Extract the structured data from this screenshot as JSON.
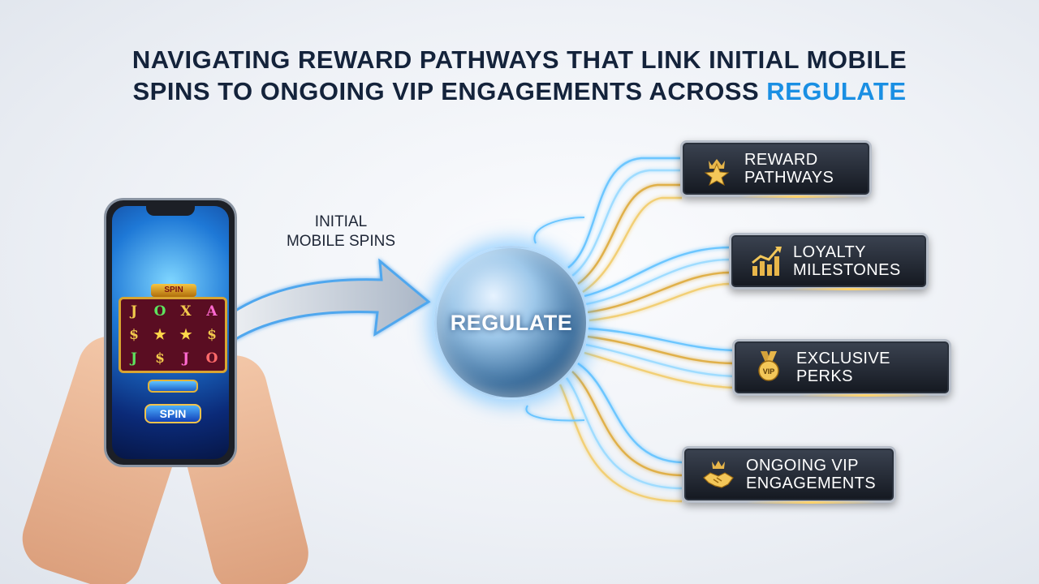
{
  "title": {
    "line1": "NAVIGATING REWARD PATHWAYS THAT LINK INITIAL MOBILE",
    "line2_prefix": "SPINS TO ONGOING VIP ENGAGEMENTS ACROSS",
    "line2_highlight": "REGULATE"
  },
  "arrow_label": {
    "line1": "INITIAL",
    "line2": "MOBILE SPINS"
  },
  "hub": {
    "label": "REGULATE"
  },
  "phone": {
    "slot_header": "SPIN",
    "reel_symbols": [
      "J",
      "O",
      "X",
      "A",
      "$",
      "★",
      "★",
      "$",
      "J",
      "$",
      "J",
      "O"
    ],
    "spin_button": "SPIN"
  },
  "cards": [
    {
      "line1": "REWARD",
      "line2": "PATHWAYS",
      "icon": "star-crown-icon"
    },
    {
      "line1": "LOYALTY",
      "line2": "MILESTONES",
      "icon": "growth-chart-icon"
    },
    {
      "line1": "EXCLUSIVE PERKS",
      "line2": "",
      "icon": "vip-medal-icon"
    },
    {
      "line1": "ONGOING VIP",
      "line2": "ENGAGEMENTS",
      "icon": "handshake-icon"
    }
  ],
  "colors": {
    "title": "#14233b",
    "accent": "#1a8fe3",
    "wire_blue": "#6cc6ff",
    "wire_gold": "#e0b04a"
  }
}
